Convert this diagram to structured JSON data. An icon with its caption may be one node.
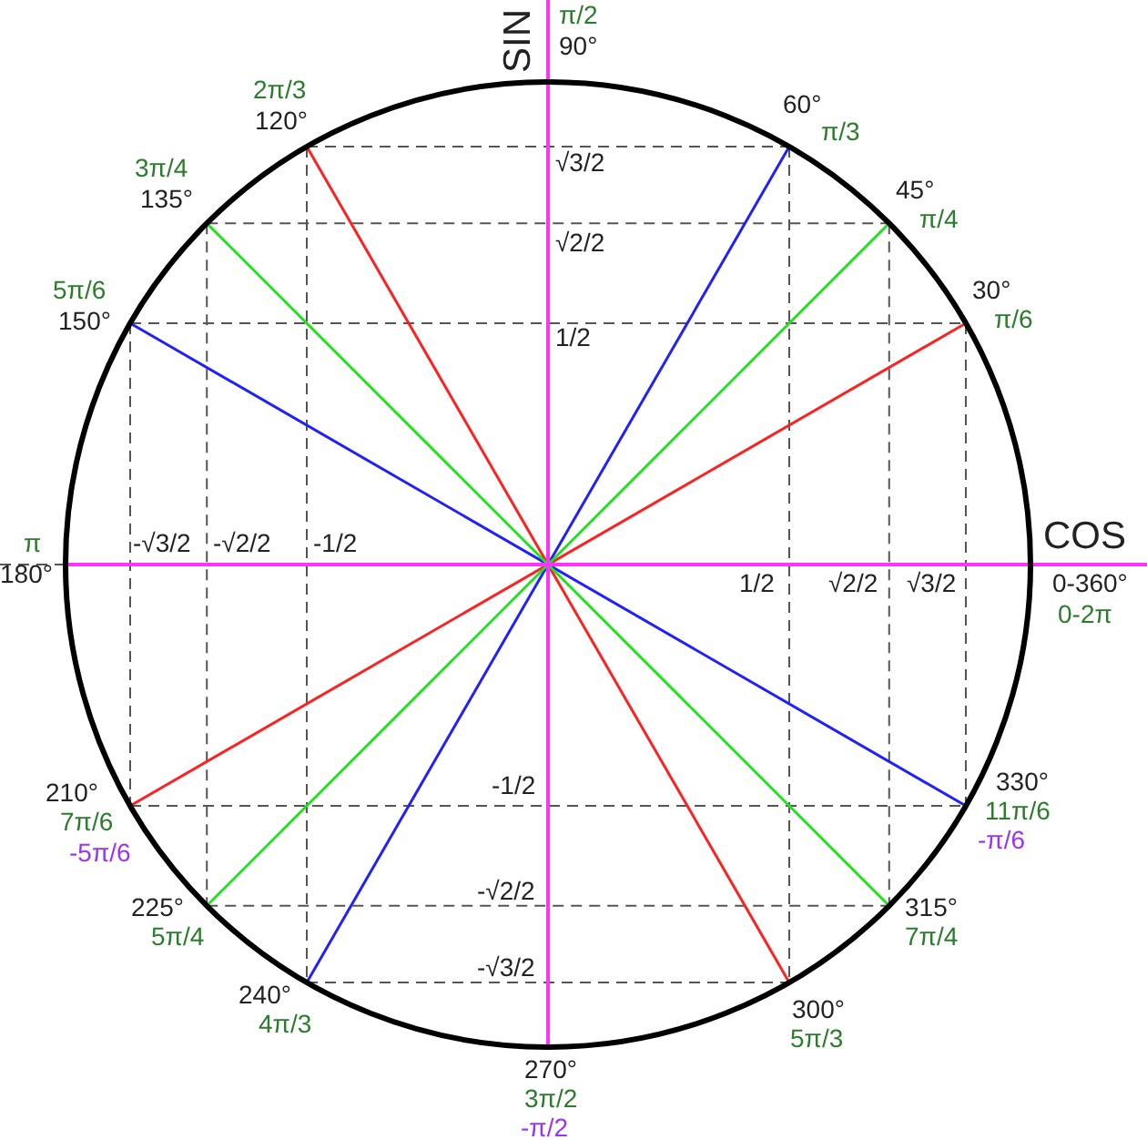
{
  "diagram": {
    "labels": [
      "SIN",
      "π/2",
      "90°",
      "2π/3",
      "120°",
      "60°",
      "π/3",
      "3π/4",
      "135°",
      "45°",
      "π/4",
      "√3/2",
      "√2/2",
      "5π/6",
      "150°",
      "30°",
      "π/6",
      "1/2",
      "π",
      "180°",
      "-√3/2",
      "-√2/2",
      "-1/2",
      "COS",
      "1/2",
      "√2/2",
      "√3/2",
      "0-360°",
      "0-2π",
      "330°",
      "11π/6",
      "-π/6",
      "210°",
      "7π/6",
      "-5π/6",
      "-1/2",
      "225°",
      "5π/4",
      "315°",
      "7π/4",
      "-√2/2",
      "-√3/2",
      "240°",
      "4π/3",
      "300°",
      "5π/3",
      "270°",
      "3π/2",
      "-π/2"
    ]
  }
}
